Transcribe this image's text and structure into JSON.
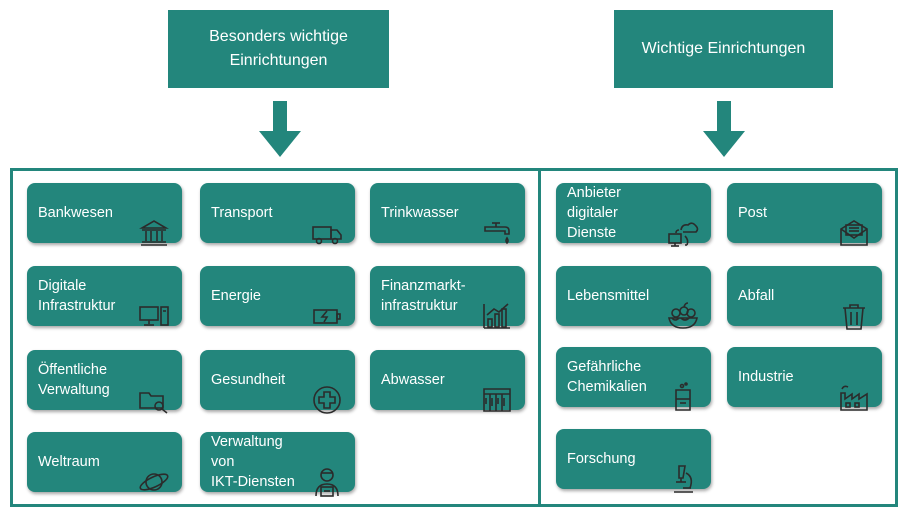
{
  "headers": {
    "left": "Besonders wichtige\nEinrichtungen",
    "right": "Wichtige Einrichtungen"
  },
  "left_group": [
    {
      "label": "Bankwesen",
      "icon": "bank-icon"
    },
    {
      "label": "Transport",
      "icon": "truck-icon"
    },
    {
      "label": "Trinkwasser",
      "icon": "water-tap-icon"
    },
    {
      "label": "Digitale\nInfrastruktur",
      "icon": "computer-icon"
    },
    {
      "label": "Energie",
      "icon": "battery-icon"
    },
    {
      "label": "Finanzmarkt-\ninfrastruktur",
      "icon": "bar-chart-icon"
    },
    {
      "label": "Öffentliche\nVerwaltung",
      "icon": "folder-search-icon"
    },
    {
      "label": "Gesundheit",
      "icon": "medical-cross-icon"
    },
    {
      "label": "Abwasser",
      "icon": "dam-icon"
    },
    {
      "label": "Weltraum",
      "icon": "planet-icon"
    },
    {
      "label": "Verwaltung von\nIKT-Diensten",
      "icon": "it-admin-icon"
    }
  ],
  "right_group": [
    {
      "label": "Anbieter digitaler\nDienste",
      "icon": "cloud-sync-icon"
    },
    {
      "label": "Post",
      "icon": "mail-icon"
    },
    {
      "label": "Lebensmittel",
      "icon": "fruit-bowl-icon"
    },
    {
      "label": "Abfall",
      "icon": "trash-icon"
    },
    {
      "label": "Gefährliche\nChemikalien",
      "icon": "beaker-icon"
    },
    {
      "label": "Industrie",
      "icon": "factory-icon"
    },
    {
      "label": "Forschung",
      "icon": "microscope-icon"
    }
  ],
  "colors": {
    "accent": "#23867c",
    "text": "#ffffff"
  }
}
